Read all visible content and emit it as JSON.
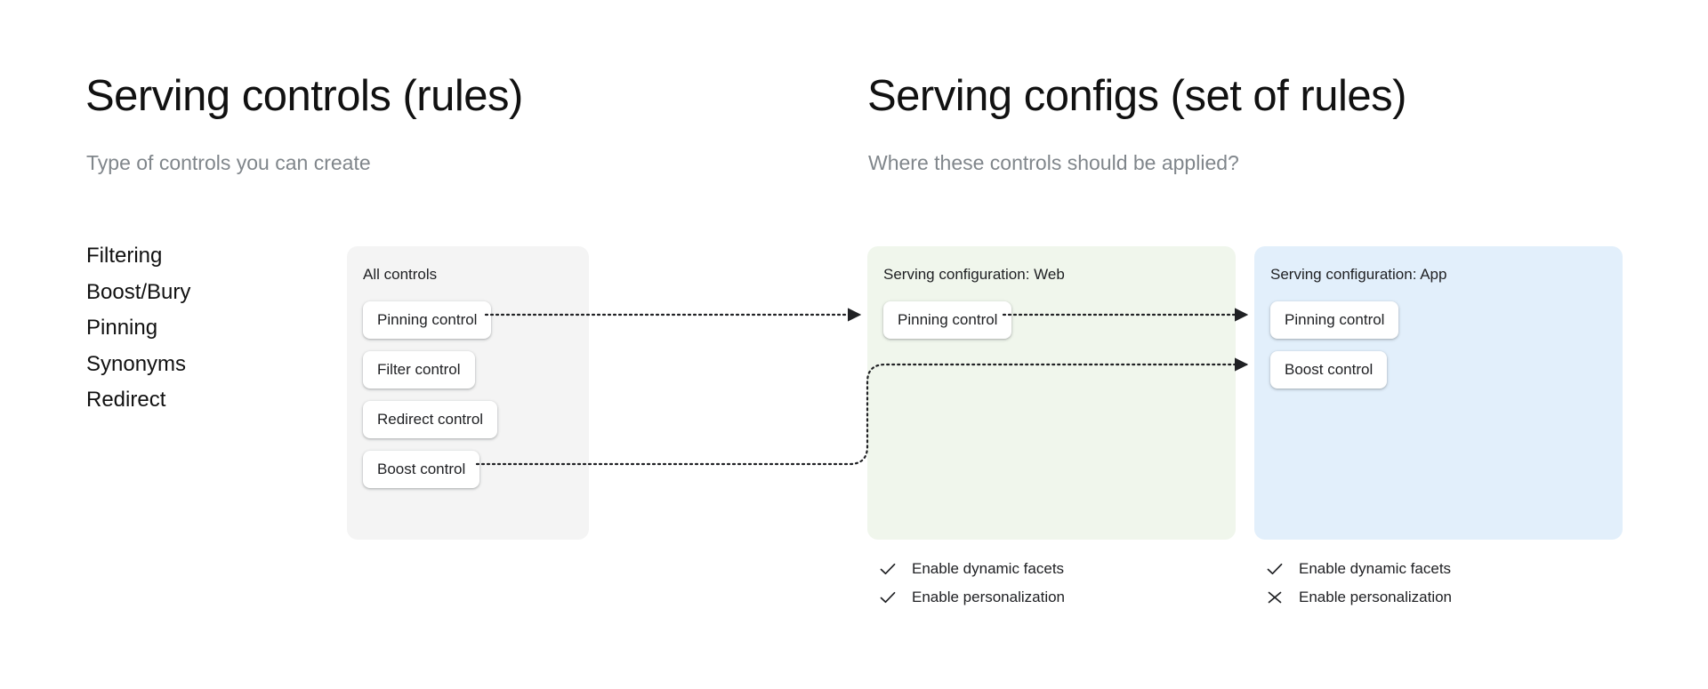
{
  "left_column": {
    "title": "Serving controls (rules)",
    "subtitle": "Type of controls you can create",
    "control_types": [
      "Filtering",
      "Boost/Bury",
      "Pinning",
      "Synonyms",
      "Redirect"
    ]
  },
  "right_column": {
    "title": "Serving configs (set of rules)",
    "subtitle": "Where these controls should be applied?"
  },
  "panels": {
    "all_controls": {
      "title": "All controls",
      "background": "#f4f4f4",
      "chips": [
        "Pinning control",
        "Filter control",
        "Redirect control",
        "Boost control"
      ]
    },
    "serving_config_web": {
      "title": "Serving configuration: Web",
      "background": "#f0f6ec",
      "chips": [
        "Pinning control"
      ],
      "options": [
        {
          "label": "Enable dynamic facets",
          "icon": "check-icon",
          "enabled": true
        },
        {
          "label": "Enable personalization",
          "icon": "check-icon",
          "enabled": true
        }
      ]
    },
    "serving_config_app": {
      "title": "Serving configuration: App",
      "background": "#e2effb",
      "chips": [
        "Pinning control",
        "Boost control"
      ],
      "options": [
        {
          "label": "Enable dynamic facets",
          "icon": "check-icon",
          "enabled": true
        },
        {
          "label": "Enable personalization",
          "icon": "close-icon",
          "enabled": false
        }
      ]
    }
  },
  "connectors": [
    {
      "from": "all-controls.pinning-control",
      "to": "web.pinning-control",
      "style": "dotted-arrow"
    },
    {
      "from": "web.pinning-control",
      "to": "app.pinning-control",
      "style": "dotted-arrow"
    },
    {
      "from": "all-controls.boost-control",
      "to": "app.boost-control",
      "style": "dotted-arrow-elbow"
    }
  ],
  "colors": {
    "text_primary": "#202124",
    "text_muted": "#80868b",
    "connector": "#202124"
  }
}
